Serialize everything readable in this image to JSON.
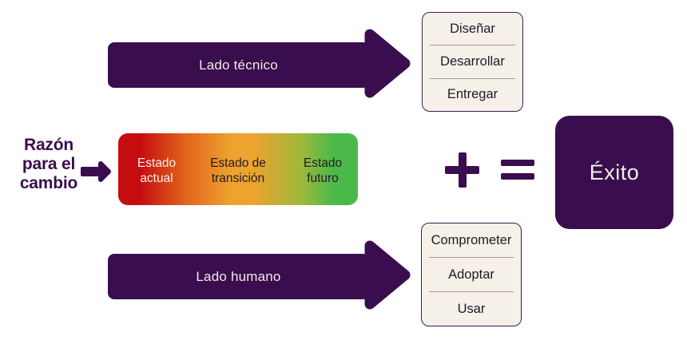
{
  "colors": {
    "brand_purple": "#3a0d4e",
    "card_cream": "#f5f1e9",
    "divider": "#a394b1",
    "state_red": "#c50d0f",
    "state_orange": "#eda32f",
    "state_green": "#4bb94a",
    "light_text": "#f1ece1",
    "dark_text": "#221d26"
  },
  "reason": {
    "lines": [
      "Razón",
      "para el",
      "cambio"
    ]
  },
  "technical_arrow": {
    "label": "Lado técnico"
  },
  "human_arrow": {
    "label": "Lado humano"
  },
  "states": {
    "current": {
      "lines": [
        "Estado",
        "actual"
      ]
    },
    "transition": {
      "lines": [
        "Estado de",
        "transición"
      ]
    },
    "future": {
      "lines": [
        "Estado",
        "futuro"
      ]
    }
  },
  "technical_box": {
    "items": [
      "Diseñar",
      "Desarrollar",
      "Entregar"
    ]
  },
  "human_box": {
    "items": [
      "Comprometer",
      "Adoptar",
      "Usar"
    ]
  },
  "operators": {
    "plus": "+",
    "equals": "="
  },
  "result": {
    "label": "Éxito"
  }
}
